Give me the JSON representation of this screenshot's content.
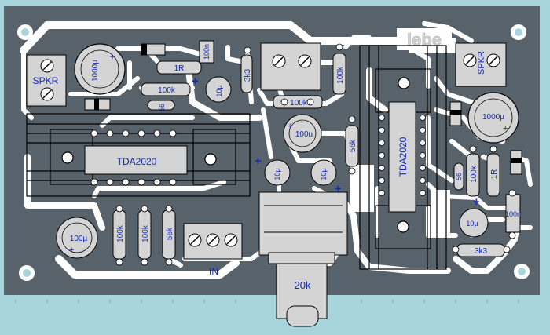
{
  "colors": {
    "background": "#a8d4dc",
    "board": "#58626a",
    "copper": "#ffffff",
    "component": "#d4d4d4",
    "outline": "#000000",
    "label": "#1428b4",
    "polarity": "#1428b4"
  },
  "logo": "lebe",
  "ic_label": "TDA2020",
  "connector_labels": {
    "speaker_left": "SPKR",
    "speaker_right": "SPKR",
    "input": "IN"
  },
  "potentiometer": "20k",
  "components": {
    "c_1000u_left": "1000µ",
    "c_1000u_right": "1000µ",
    "r_1R_top": "1R",
    "c_100n_top": "100n",
    "r_100k_top": "100k",
    "c_10u_top": "10µ",
    "r_3k3_top": "3k3",
    "r_56_top": "56",
    "r_100k_top2": "100k",
    "r_100k_center": "100k",
    "c_100u_center": "100u",
    "r_56k_center": "56k",
    "c_10u_left": "10µ",
    "c_10u_right": "10µ",
    "c_100u_bottom": "100µ",
    "r_100k_bottom1": "100k",
    "r_100k_bottom2": "100k",
    "r_56k_bottom": "56k",
    "r_56_right": "56",
    "r_100k_right": "100k",
    "r_1R_right": "1R",
    "c_10u_rightbottom": "10µ",
    "c_100n_right": "100n",
    "r_3k3_bottom": "3k3"
  },
  "polarity_mark": "+"
}
